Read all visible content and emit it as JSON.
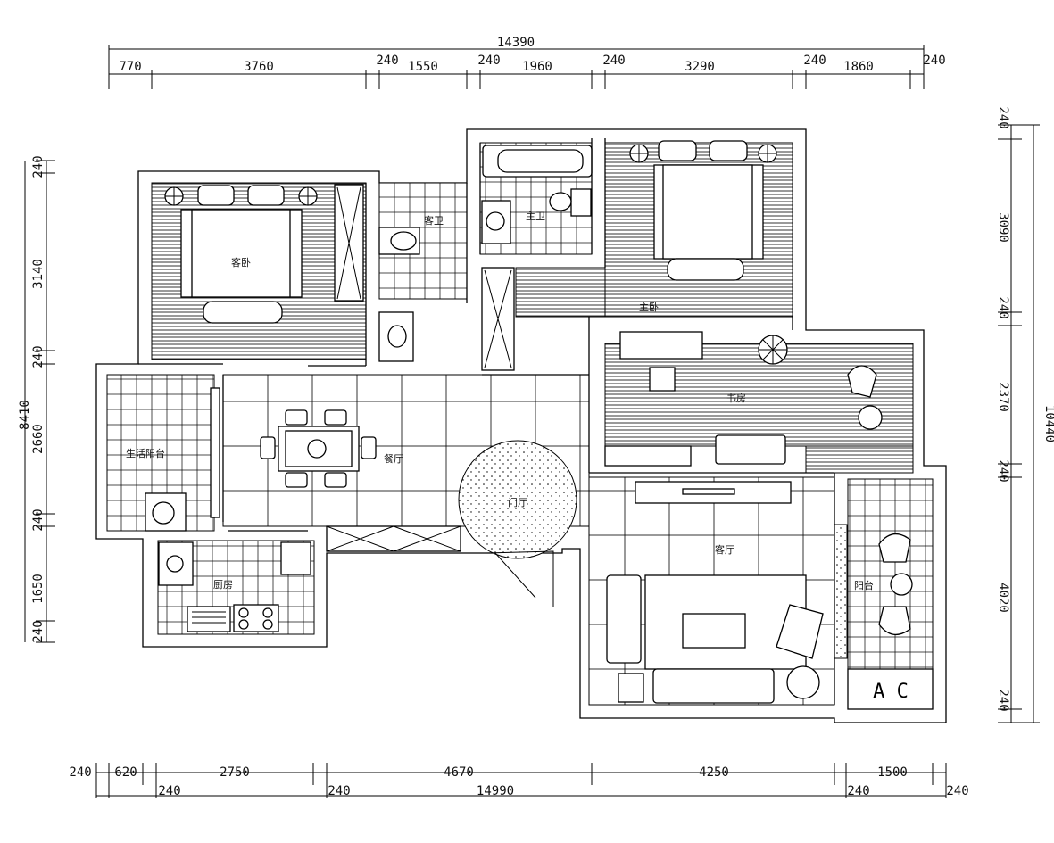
{
  "dimensions": {
    "top_total": "14390",
    "top_segments": [
      "770",
      "3760",
      "240",
      "1550",
      "240",
      "1960",
      "240",
      "3290",
      "240",
      "1860",
      "240"
    ],
    "bottom_total": "14990",
    "bottom_upper": [
      "240",
      "620",
      "2750",
      "4670",
      "4250",
      "1500"
    ],
    "bottom_lower": [
      "240",
      "240",
      "240",
      "240"
    ],
    "left_total": "8410",
    "left_segments": [
      "240",
      "3140",
      "240",
      "2660",
      "240",
      "1650",
      "240"
    ],
    "right_total": "10440",
    "right_segments": [
      "240",
      "3090",
      "240",
      "2370",
      "240",
      "4020",
      "240"
    ]
  },
  "rooms": {
    "guest_bedroom": "客卧",
    "guest_bath": "客卫",
    "master_bath": "主卫",
    "master_bedroom": "主卧",
    "study": "书房",
    "dining": "餐厅",
    "entry": "门厅",
    "utility_balcony": "生活阳台",
    "kitchen": "厨房",
    "living": "客厅",
    "balcony": "阳台"
  },
  "ac_label": "A C"
}
